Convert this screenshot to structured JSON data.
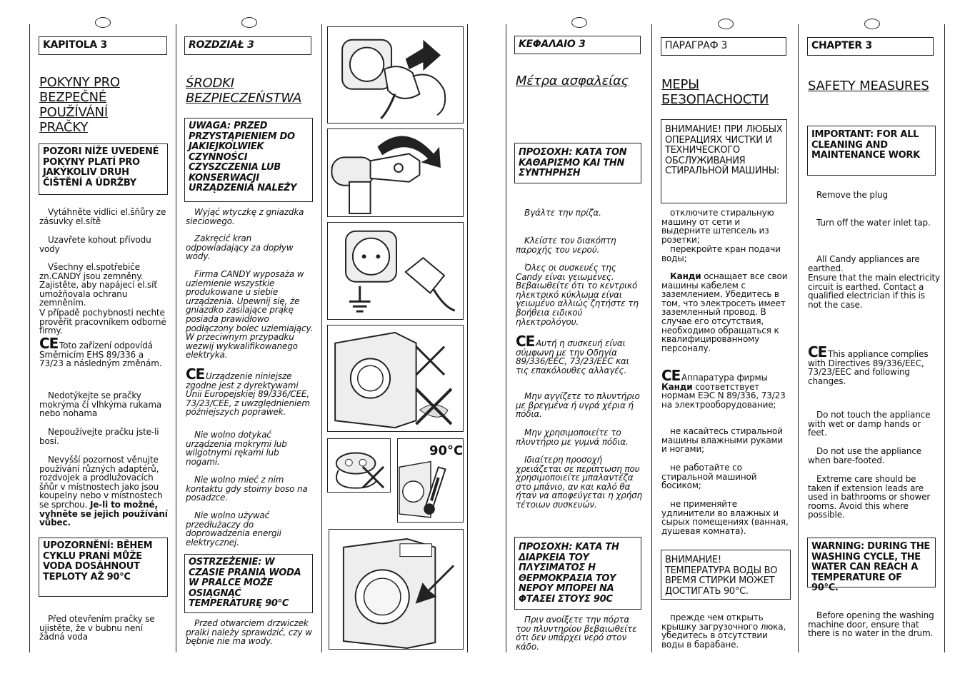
{
  "czech": {
    "chapter": "KAPITOLA 3",
    "title": [
      "POKYNY PRO",
      "BEZPEČNÉ",
      "POUŽÍVÁNÍ ",
      "PRAČKY"
    ],
    "warning": "POZORI NÍŽE UVEDENÉ POKYNY PLATÍ PRO JAKÝKOLIV DRUH ČIŠTĚNÍ A ÚDRŽBY",
    "p1": "Vytáhněte vidlici el.šňůry ze zásuvky el.sítě",
    "p2": "Uzavřete kohout přívodu vody",
    "p3": "Všechny el.spotřebiče zn.CANDY jsou zemněny. Zajistěte, aby napájecí el.síť umožňovala ochranu zemněním.",
    "p3b": "V případě pochybnosti nechte prověřit pracovníkem odborné firmy.",
    "ce": "CE",
    "p4": "Toto zařízení odpovídá Směrnicím EHS 89/336 a 73/23 a následným změnám.",
    "p5": "Nedotýkejte se pračky mokrýma či vlhkýma rukama nebo nohama",
    "p6": "Nepoužívejte pračku jste-li bosí.",
    "p7": "Nevyšší pozornost věnujte používání různých adaptérů, rozdvojek a prodlužovacích šňůr v místnostech jako jsou koupelny nebo v místnostech se sprchou.",
    "p7b": "Je-li to možné, vyhněte se jejich používání vůbec.",
    "warning2": "UPOZORNĚNÍ: BĚHEM CYKLU PRANÍ MŮŽE VODA DOSÁHNOUT TEPLOTY AŽ 90°C",
    "p8": "Před otevřením pračky se ujistěte, že v bubnu není žádná voda"
  },
  "polish": {
    "chapter": "ROZDZIAŁ 3",
    "title": [
      "ŚRODKI",
      "BEZPIECZEŃSTWA"
    ],
    "warning": "UWAGA: PRZED PRZYSTĄPIENIEM DO JAKIEJKOLWIEK CZYNNOŚCI CZYSZCZENIA LUB KONSERWACJI URZĄDZENIA NALEŻY",
    "p1": "Wyjąć wtyczkę z gniazdka sieciowego.",
    "p2": "Zakręcić kran odpowiadający za dopływ wody.",
    "p3": "Firma CANDY wyposaża w uziemienie wszystkie produkowane u siebie urządzenia. Upewnij się, że gniazdko zasilające prąkę posiada prawidłowo podłączony bolec uziemiający. W przeciwnym przypadku wezwij wykwalifikowanego elektryka.",
    "ce": "CE",
    "p4": "Urządzenie niniejsze zgodne jest z dyrektywami Unii Europejskiej 89/336/CEE, 73/23/CEE, z uwzględnieniem późniejszych poprawek.",
    "p5": "Nie wolno dotykać urządzenia mokrymi lub wilgotnymi rękami lub nogami.",
    "p6": "Nie wolno mieć z nim kontaktu gdy stoimy boso na posadzce.",
    "p7": "Nie wolno używać przedłużaczy do doprowadzenia energii elektrycznej.",
    "warning2": "OSTRZEŻENIE: W CZASIE PRANIA WODA W PRALCE MOŻE OSIĄGNĄĆ TEMPERATURĘ 90°C",
    "p8": "Przed otwarciem drzwiczek pralki należy sprawdzić, czy w bębnie nie ma wody."
  },
  "illustrations": {
    "temp_label": "90°C"
  },
  "greek": {
    "chapter": "ΚΕΦΑΛΑΙΟ 3",
    "title": "Μέτρα ασφαλείας",
    "warning": "ΠΡΟΣΟΧΗ: ΚΑΤΑ ΤΟΝ ΚΑΘΑΡΙΣΜΟ ΚΑΙ ΤΗΝ ΣΥΝΤΗΡΗΣΗ",
    "p1": "Βγάλτε την πρίζα.",
    "p2": "Κλείστε τον διακόπτη παροχής του νερού.",
    "p3": "Όλες οι συσκευές της Candy είναι γειωμένες. Βεβαιωθείτε ότι το κεντρικό ηλεκτρικό κύκλωμα είναι γειωμένο αλλιώς ζητήστε τη βοήθεια ειδικού ηλεκτρολόγου.",
    "ce": "CE",
    "p4": "Αυτή η συσκευή είναι σύμφωνη με την Οδηγία 89/336/EEC, 73/23/EEC και τις επακόλουθες αλλαγές.",
    "p5": "Μην αγγίζετε το πλυντήριο με βρεγμένα ή υγρά χέρια ή πόδια.",
    "p6": "Μην χρησιμοποιείτε το πλυντήριο με γυμνά πόδια.",
    "p7": "Ιδιαίτερη προσοχή χρειάζεται σε περίπτωση που χρησιμοποιείτε μπαλαντέζα στο μπάνιο, αν και καλό θα ήταν να αποφεύγεται η χρήση τέτοιων συσκευών.",
    "warning2": "ΠΡΟΣΟΧΗ: ΚΑΤΑ ΤΗ ΔΙΑΡΚΕΙΑ ΤΟΥ ΠΛΥΣΙΜΑΤΟΣ Η ΘΕΡΜΟΚΡΑΣΙΑ ΤΟΥ ΝΕΡΟΥ ΜΠΟΡΕΙ ΝΑ ΦΤΑΣΕΙ ΣΤΟΥΣ 90C",
    "p8": "Πριν ανοίξετε την πόρτα του πλυντηρίου βεβαιωθείτε ότι δεν υπάρχει νερό στον κάδο."
  },
  "russian": {
    "chapter": "ПАРАГРАФ 3",
    "title": [
      "МЕРЫ",
      "БЕЗОПАСНОСТИ"
    ],
    "warning": "ВНИМАНИЕ! ПРИ ЛЮБЫХ ОПЕРАЦИЯХ ЧИСТКИ И ТЕХНИЧЕСКОГО ОБСЛУЖИВАНИЯ СТИРАЛЬНОЙ МАШИНЫ:",
    "p1": "отключите стиральную машину от сети и выдерните штепсель из розетки;",
    "p2": "перекройте кран подачи воды;",
    "p3_brand": "Канди",
    "p3": "оснащает все свои машины кабелем с заземлением. Убедитесь в том, что электросеть имеет заземленный провод. В случае его отсутствия, необходимо обращаться к квалифицированному персоналу.",
    "ce": "CE",
    "p4a": "Аппаратура фирмы",
    "p4_brand": "Канди",
    "p4": "соответствует нормам ЕЭС N 89/336, 73/23 на электрооборудование;",
    "p5": "не касайтесь стиральной машины влажными руками и ногами;",
    "p6": "не работайте со стиральной машиной босиком;",
    "p7": "не применяйте удлинители во влажных и сырых помещениях (ванная, душевая комната).",
    "warning2": "ВНИМАНИЕ! ТЕМПЕРАТУРА ВОДЫ ВО ВРЕМЯ СТИРКИ МОЖЕТ ДОСТИГАТЬ 90°С.",
    "p8": "прежде чем открыть крышку загрузочного люка, убедитесь в отсутствии воды в барабане."
  },
  "english": {
    "chapter": "CHAPTER 3",
    "title": "SAFETY MEASURES",
    "warning": "IMPORTANT: FOR ALL CLEANING AND MAINTENANCE WORK",
    "p1": "Remove the plug",
    "p2": "Turn off the water inlet tap.",
    "p3": "All Candy appliances are earthed.",
    "p3b": "Ensure that the main electricity circuit is earthed. Contact a qualified electrician if this is not the case.",
    "ce": "CE",
    "p4": "This appliance complies with Directives 89/336/EEC, 73/23/EEC and following changes.",
    "p5": "Do not touch the appliance with wet or damp hands or feet.",
    "p6": "Do not use the appliance when bare-footed.",
    "p7": "Extreme care should be taken if extension leads are used in bathrooms or shower rooms. Avoid this where possible.",
    "warning2": "WARNING: DURING THE WASHING CYCLE, THE WATER CAN REACH A TEMPERATURE OF 90°C.",
    "p8": "Before opening the washing machine door, ensure that there is no water in the drum."
  }
}
